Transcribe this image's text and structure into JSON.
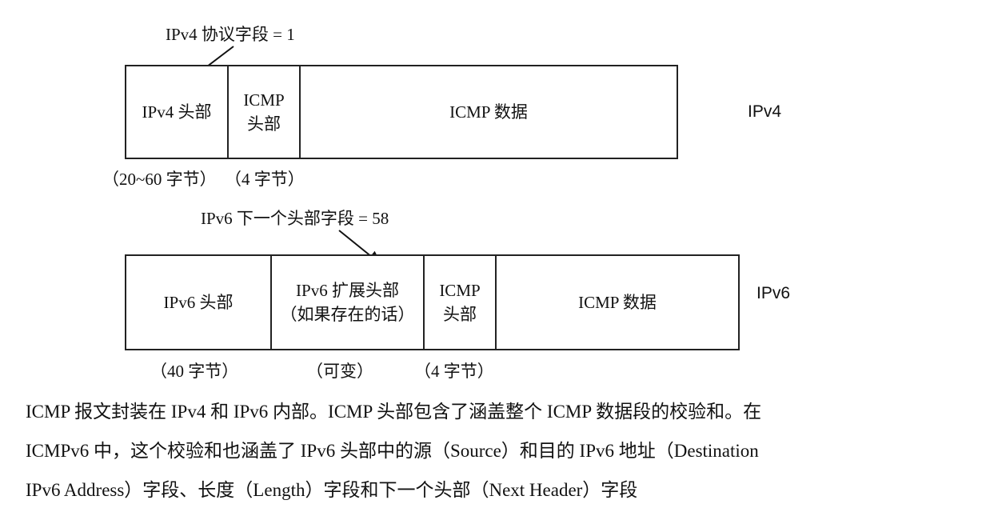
{
  "ipv4": {
    "annotation": "IPv4 协议字段 = 1",
    "header_label": "IPv4 头部",
    "icmp_header_line1": "ICMP",
    "icmp_header_line2": "头部",
    "icmp_data_label": "ICMP 数据",
    "row_tag": "IPv4",
    "header_size": "（20~60 字节）",
    "icmp_header_size": "（4 字节）"
  },
  "ipv6": {
    "annotation": "IPv6 下一个头部字段 = 58",
    "header_label": "IPv6 头部",
    "ext_header_line1": "IPv6 扩展头部",
    "ext_header_line2": "（如果存在的话）",
    "icmp_header_line1": "ICMP",
    "icmp_header_line2": "头部",
    "icmp_data_label": "ICMP 数据",
    "row_tag": "IPv6",
    "header_size": "（40 字节）",
    "ext_header_size": "（可变）",
    "icmp_header_size": "（4 字节）"
  },
  "caption": {
    "line1": "ICMP 报文封装在 IPv4 和 IPv6 内部。ICMP 头部包含了涵盖整个 ICMP 数据段的校验和。在",
    "line2": "ICMPv6 中，这个校验和也涵盖了 IPv6 头部中的源（Source）和目的 IPv6 地址（Destination",
    "line3": "IPv6 Address）字段、长度（Length）字段和下一个头部（Next Header）字段"
  }
}
